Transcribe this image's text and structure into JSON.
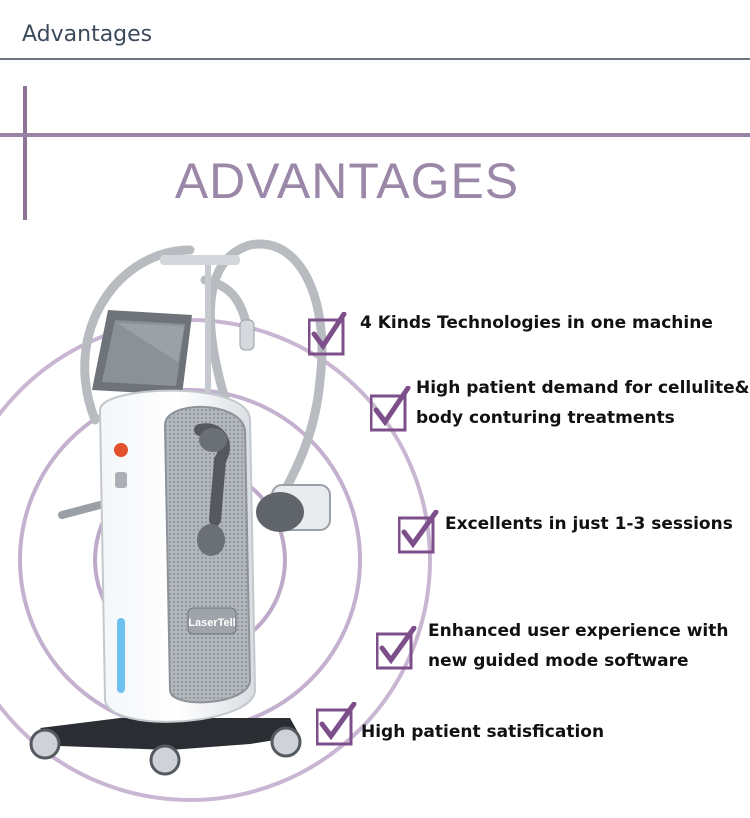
{
  "header": {
    "title": "Advantages"
  },
  "banner": {
    "title": "ADVANTAGES"
  },
  "colors": {
    "accent": "#9b88a8",
    "check": "#7d4f8a",
    "header_rule": "#6b7680"
  },
  "product": {
    "logo_text": "LaserTell"
  },
  "features": [
    {
      "lines": [
        "4 Kinds Technologies in one machine"
      ]
    },
    {
      "lines": [
        "High patient demand for cellulite&",
        "body conturing treatments"
      ]
    },
    {
      "lines": [
        "Excellents in just 1-3 sessions"
      ]
    },
    {
      "lines": [
        "Enhanced user experience with",
        "new guided mode software"
      ]
    },
    {
      "lines": [
        "High patient satisfication"
      ]
    }
  ]
}
